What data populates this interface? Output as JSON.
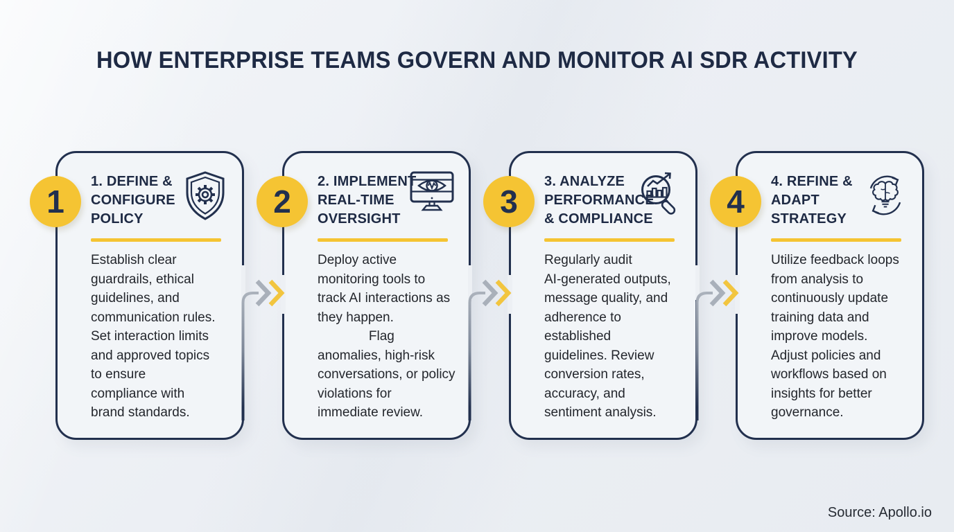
{
  "title": "HOW ENTERPRISE TEAMS GOVERN AND MONITOR AI SDR ACTIVITY",
  "source": "Source: Apollo.io",
  "colors": {
    "navy": "#22304e",
    "title_navy": "#1e2a44",
    "accent_yellow": "#f5c433",
    "arrow_gray": "#a9b0ba",
    "arrow_yellow": "#f2c53f",
    "background": "#edf0f4",
    "body_text": "#23262c"
  },
  "icons": [
    "shield-gear-icon",
    "monitor-eye-icon",
    "magnifier-chart-icon",
    "brain-refresh-icon"
  ],
  "steps": [
    {
      "number": "1",
      "title": "1. DEFINE &\nCONFIGURE\nPOLICY",
      "body": "Establish clear\nguardrails, ethical\nguidelines, and\ncommunication rules.\nSet interaction limits\nand approved topics\nto ensure\ncompliance with\nbrand standards."
    },
    {
      "number": "2",
      "title": "2. IMPLEMENT\nREAL-TIME\nOVERSIGHT",
      "body": "Deploy active\nmonitoring tools to\ntrack AI interactions as\nthey happen.\n              Flag\nanomalies, high-risk\nconversations, or policy\nviolations for\nimmediate review."
    },
    {
      "number": "3",
      "title": "3. ANALYZE\nPERFORMANCE\n& COMPLIANCE",
      "body": "Regularly audit\nAI-generated outputs,\nmessage quality, and\nadherence to\nestablished\nguidelines. Review\nconversion rates,\naccuracy, and\nsentiment analysis."
    },
    {
      "number": "4",
      "title": "4. REFINE &\nADAPT\nSTRATEGY",
      "body": "Utilize feedback loops\nfrom analysis to\ncontinuously update\ntraining data and\nimprove models.\nAdjust policies and\nworkflows based on\ninsights for better\ngovernance."
    }
  ]
}
